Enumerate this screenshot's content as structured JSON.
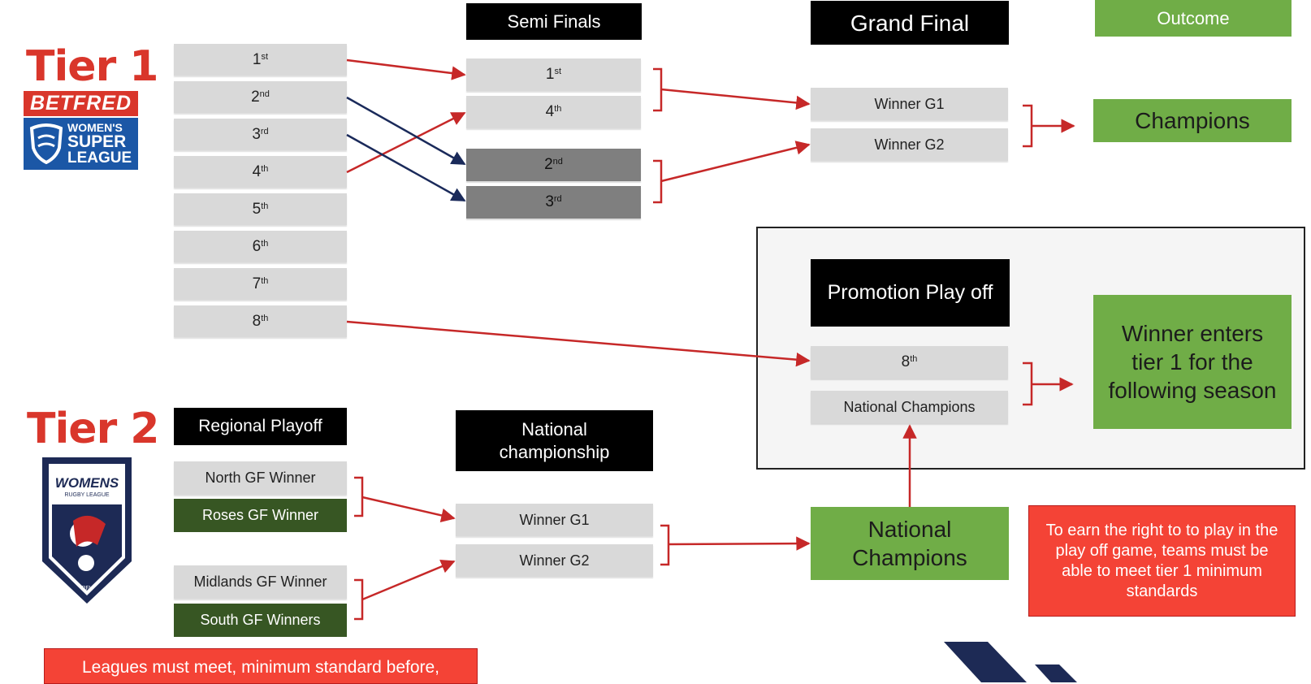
{
  "tier1": {
    "title": "Tier 1",
    "logo_brand": "BETFRED",
    "logo_line1": "WOMEN'S",
    "logo_line2": "SUPER",
    "logo_line3": "LEAGUE"
  },
  "tier2": {
    "title": "Tier 2",
    "logo_line1": "WOMENS",
    "logo_line2": "RUGBY LEAGUE",
    "logo_line3": "RFL"
  },
  "semi_finals": {
    "header": "Semi Finals",
    "slots": [
      {
        "num": "1",
        "suffix": "st"
      },
      {
        "num": "4",
        "suffix": "th"
      },
      {
        "num": "2",
        "suffix": "nd"
      },
      {
        "num": "3",
        "suffix": "rd"
      }
    ]
  },
  "positions": [
    {
      "num": "1",
      "suffix": "st"
    },
    {
      "num": "2",
      "suffix": "nd"
    },
    {
      "num": "3",
      "suffix": "rd"
    },
    {
      "num": "4",
      "suffix": "th"
    },
    {
      "num": "5",
      "suffix": "th"
    },
    {
      "num": "6",
      "suffix": "th"
    },
    {
      "num": "7",
      "suffix": "th"
    },
    {
      "num": "8",
      "suffix": "th"
    }
  ],
  "grand_final": {
    "header": "Grand Final",
    "winner_g1": "Winner G1",
    "winner_g2": "Winner G2"
  },
  "outcome": {
    "header": "Outcome",
    "champions": "Champions",
    "promotion_result": "Winner enters tier 1 for the following season"
  },
  "promotion": {
    "header": "Promotion Play off",
    "slot_1": {
      "num": "8",
      "suffix": "th"
    },
    "slot_2": "National Champions"
  },
  "regional": {
    "header": "Regional Playoff",
    "north": "North GF Winner",
    "roses": "Roses GF Winner",
    "midlands": "Midlands GF Winner",
    "south": "South GF Winners"
  },
  "national_championship": {
    "header": "National championship",
    "winner_g1": "Winner G1",
    "winner_g2": "Winner G2",
    "result": "National Champions"
  },
  "notes": {
    "tier1_standards": "To earn the right to to play in the play off game, teams must be able to meet tier 1 minimum standards",
    "league_standards": "Leagues must meet, minimum standard before,"
  },
  "colors": {
    "arrow_red": "#c62828",
    "arrow_navy": "#1a2a5a",
    "green": "#70ad47",
    "dark_green": "#375623",
    "note_red": "#f44336"
  }
}
